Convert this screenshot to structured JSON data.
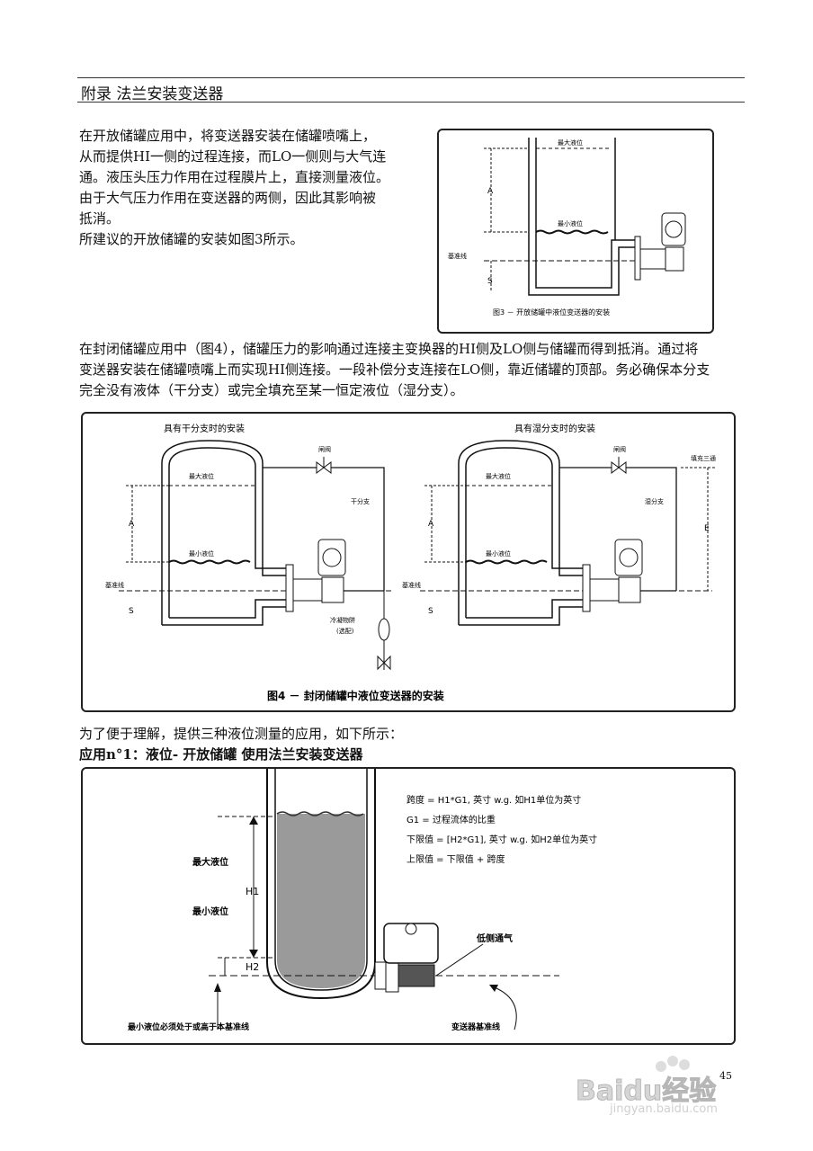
{
  "header": {
    "title": "附录  法兰安装变送器"
  },
  "para1": {
    "lines": [
      "在开放储罐应用中，将变送器安装在储罐喷嘴上，",
      "从而提供HI一侧的过程连接，而LO一侧则与大气连",
      "通。液压头压力作用在过程膜片上，直接测量液位。",
      "由于大气压力作用在变送器的两侧，因此其影响被",
      "抵消。",
      "所建议的开放储罐的安装如图3所示。"
    ]
  },
  "fig3": {
    "max_level": "最大液位",
    "min_level": "最小液位",
    "datum": "基准线",
    "a": "A",
    "s": "S",
    "caption": "图3  －  开放储罐中液位变送器的安装"
  },
  "para2": {
    "lines": [
      "在封闭储罐应用中（图4），储罐压力的影响通过连接主变换器的HI侧及LO侧与储罐而得到抵消。通过将",
      "变送器安装在储罐喷嘴上而实现HI侧连接。一段补偿分支连接在LO侧，靠近储罐的顶部。务必确保本分支",
      "完全没有液体（干分支）或完全填充至某一恒定液位（湿分支）。"
    ]
  },
  "fig4": {
    "left_title": "具有干分支时的安装",
    "right_title": "具有湿分支时的安装",
    "valve": "闸阀",
    "dry_leg": "干分支",
    "wet_leg": "湿分支",
    "fill_tee": "填充三通",
    "max_level": "最大液位",
    "min_level": "最小液位",
    "datum": "基准线",
    "condensate": "冷凝物阱",
    "optional": "(选配)",
    "a": "A",
    "s": "S",
    "e": "E",
    "caption": "图4  －  封闭储罐中液位变送器的安装"
  },
  "para3": {
    "text": "为了便于理解，提供三种液位测量的应用，如下所示："
  },
  "app1": {
    "title": "应用n°1：液位-  开放储罐  使用法兰安装变送器"
  },
  "fig5": {
    "formula_lines": [
      "跨度    = H1*G1, 英寸 w.g. 如H1单位为英寸",
      "G1      = 过程流体的比重",
      "下限值 = [H2*G1], 英寸 w.g. 如H2单位为英寸",
      "上限值 = 下限值 + 跨度"
    ],
    "max_level": "最大液位",
    "min_level": "最小液位",
    "h1": "H1",
    "h2": "H2",
    "low_vent": "低侧通气",
    "min_note": "最小液位必须处于或高于本基准线",
    "tx_datum": "变送器基准线"
  },
  "page_number": "45",
  "watermark": {
    "brand": "Baidu经验",
    "url": "jingyan.baidu.com"
  }
}
